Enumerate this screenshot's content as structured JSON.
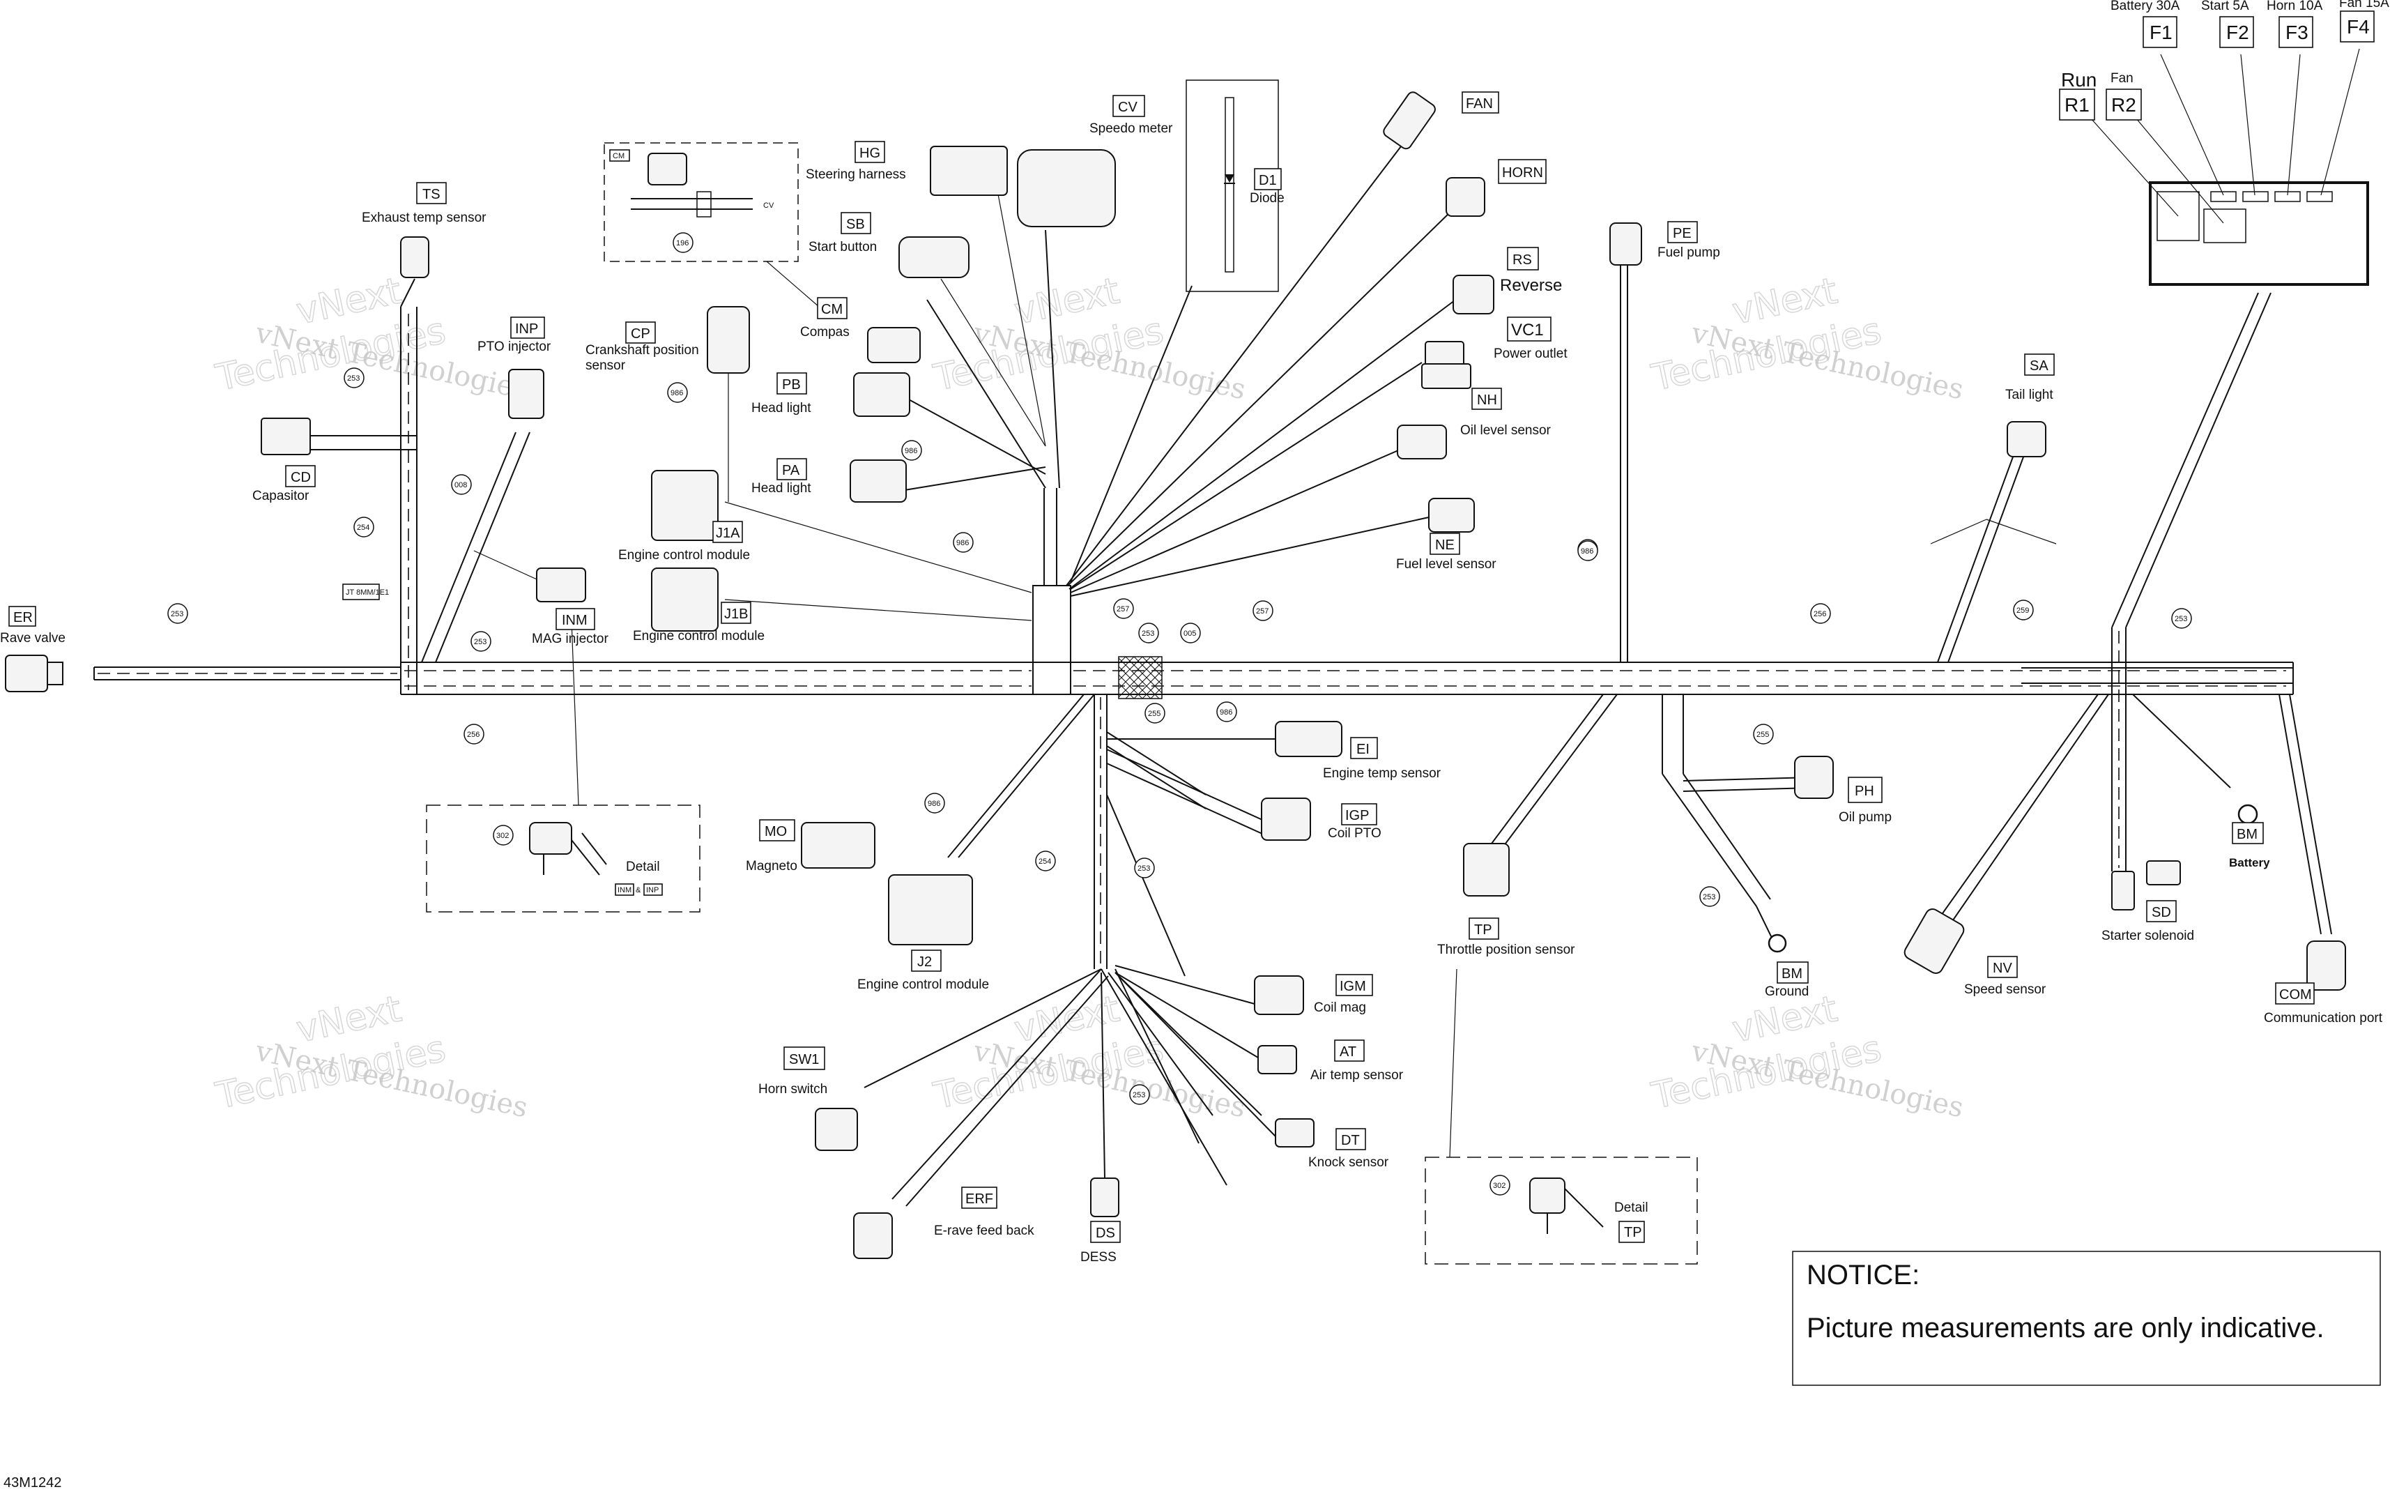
{
  "diagram_id": "43M1242",
  "notice": {
    "title": "NOTICE:",
    "text": "Picture measurements are only indicative."
  },
  "watermark": {
    "line1": "vNext Technologies",
    "line2": "Technologies",
    "line3": "vNext"
  },
  "fuses": [
    {
      "code": "F1",
      "label": "Battery 30A"
    },
    {
      "code": "F2",
      "label": "Start 5A"
    },
    {
      "code": "F3",
      "label": "Horn 10A"
    },
    {
      "code": "F4",
      "label": "Fan 15A"
    }
  ],
  "relays": [
    {
      "code": "R1",
      "label": "Run"
    },
    {
      "code": "R2",
      "label": "Fan"
    }
  ],
  "components": {
    "ER": {
      "code": "ER",
      "label": "Rave valve"
    },
    "TS": {
      "code": "TS",
      "label": "Exhaust temp sensor"
    },
    "INP": {
      "code": "INP",
      "label": "PTO injector"
    },
    "CD": {
      "code": "CD",
      "label": "Capasitor"
    },
    "INM": {
      "code": "INM",
      "label": "MAG injector"
    },
    "CP": {
      "code": "CP",
      "label": "Crankshaft position sensor"
    },
    "J1A": {
      "code": "J1A",
      "label": "Engine control module"
    },
    "J1B": {
      "code": "J1B",
      "label": "Engine control module"
    },
    "HG": {
      "code": "HG",
      "label": "Steering harness"
    },
    "SB": {
      "code": "SB",
      "label": "Start button"
    },
    "CM": {
      "code": "CM",
      "label": "Compas"
    },
    "PB": {
      "code": "PB",
      "label": "Head light"
    },
    "PA": {
      "code": "PA",
      "label": "Head light"
    },
    "CV": {
      "code": "CV",
      "label": "Speedo meter"
    },
    "D1": {
      "code": "D1",
      "label": "Diode"
    },
    "FAN": {
      "code": "FAN",
      "label": ""
    },
    "HORN": {
      "code": "HORN",
      "label": ""
    },
    "RS": {
      "code": "RS",
      "label": "Reverse"
    },
    "VC1": {
      "code": "VC1",
      "label": "Power outlet"
    },
    "NH": {
      "code": "NH",
      "label": "Oil level sensor"
    },
    "NE": {
      "code": "NE",
      "label": "Fuel level sensor"
    },
    "PE": {
      "code": "PE",
      "label": "Fuel pump"
    },
    "SA": {
      "code": "SA",
      "label": "Tail light"
    },
    "EI": {
      "code": "EI",
      "label": "Engine temp sensor"
    },
    "IGP": {
      "code": "IGP",
      "label": "Coil PTO"
    },
    "MO": {
      "code": "MO",
      "label": "Magneto"
    },
    "J2": {
      "code": "J2",
      "label": "Engine control module"
    },
    "IGM": {
      "code": "IGM",
      "label": "Coil mag"
    },
    "AT": {
      "code": "AT",
      "label": "Air temp sensor"
    },
    "DT": {
      "code": "DT",
      "label": "Knock sensor"
    },
    "SW1": {
      "code": "SW1",
      "label": "Horn switch"
    },
    "ERF": {
      "code": "ERF",
      "label": "E-rave feed back"
    },
    "DS": {
      "code": "DS",
      "label": "DESS"
    },
    "TP": {
      "code": "TP",
      "label": "Throttle position sensor"
    },
    "BM_GND": {
      "code": "BM",
      "label": "Ground"
    },
    "PH": {
      "code": "PH",
      "label": "Oil pump"
    },
    "BM": {
      "code": "BM",
      "label": "Battery"
    },
    "SD": {
      "code": "SD",
      "label": "Starter solenoid"
    },
    "NV": {
      "code": "NV",
      "label": "Speed sensor"
    },
    "COM": {
      "code": "COM",
      "label": "Communication port"
    }
  },
  "details": {
    "left": {
      "label": "Detail",
      "ref": "302",
      "tag1": "INM",
      "amp": "&",
      "tag2": "INP"
    },
    "right": {
      "label": "Detail",
      "ref": "302",
      "tag": "TP"
    }
  },
  "cm_detail": {
    "tag": "CM",
    "ref": "196",
    "cv": "CV"
  },
  "bubbles": [
    "253",
    "253",
    "254",
    "253",
    "256",
    "008",
    "253",
    "986",
    "986",
    "986",
    "986",
    "257",
    "005",
    "257",
    "256",
    "259",
    "253",
    "986",
    "255",
    "986",
    "253",
    "253",
    "254",
    "986",
    "253",
    "255",
    "253",
    "986"
  ],
  "jt_note": "JT 8MM/1E1"
}
